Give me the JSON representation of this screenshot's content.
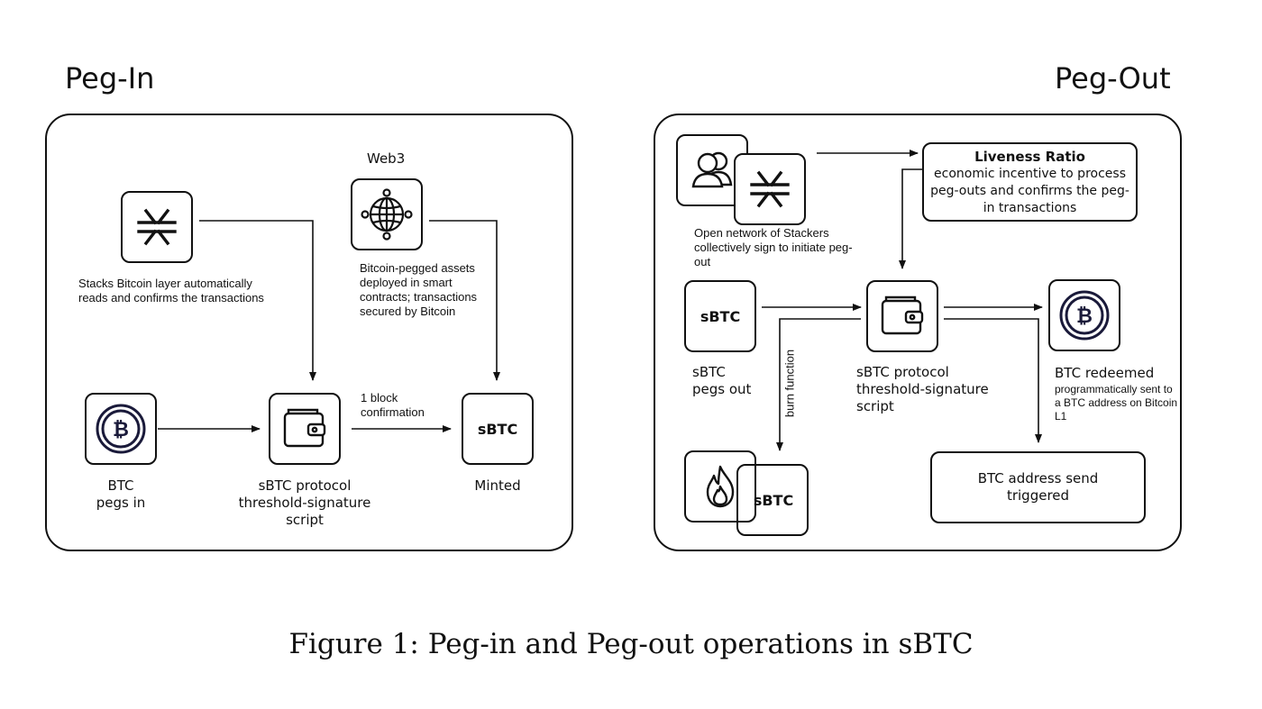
{
  "peg_in": {
    "title": "Peg-In",
    "web3_label": "Web3",
    "stacks_caption": "Stacks Bitcoin layer automatically reads and confirms the transactions",
    "web3_caption": "Bitcoin-pegged assets deployed in smart contracts; transactions secured by Bitcoin",
    "btc_label": "BTC\npegs in",
    "protocol_label": "sBTC protocol\nthreshold-signature\nscript",
    "confirmation_label": "1 block\nconfirmation",
    "sbtc_tile": "sBTC",
    "minted_label": "Minted"
  },
  "peg_out": {
    "title": "Peg-Out",
    "stackers_caption": "Open network of Stackers collectively sign to initiate peg-out",
    "liveness_title": "Liveness Ratio",
    "liveness_text": "economic incentive to process peg-outs and confirms the peg-in transactions",
    "sbtc_tile": "sBTC",
    "sbtc_label": "sBTC\npegs out",
    "burn_label": "burn function",
    "protocol_label": "sBTC protocol\nthreshold-signature\nscript",
    "btc_redeemed_title": "BTC redeemed",
    "btc_redeemed_text": "programmatically sent to a BTC address on Bitcoin L1",
    "address_box": "BTC address send triggered",
    "burn_sbtc_tile": "sBTC"
  },
  "figure_caption": "Figure 1: Peg-in and Peg-out operations in sBTC",
  "icons": [
    "stacks-icon",
    "globe-network-icon",
    "bitcoin-coin-icon",
    "wallet-icon",
    "users-icon",
    "fire-icon"
  ]
}
